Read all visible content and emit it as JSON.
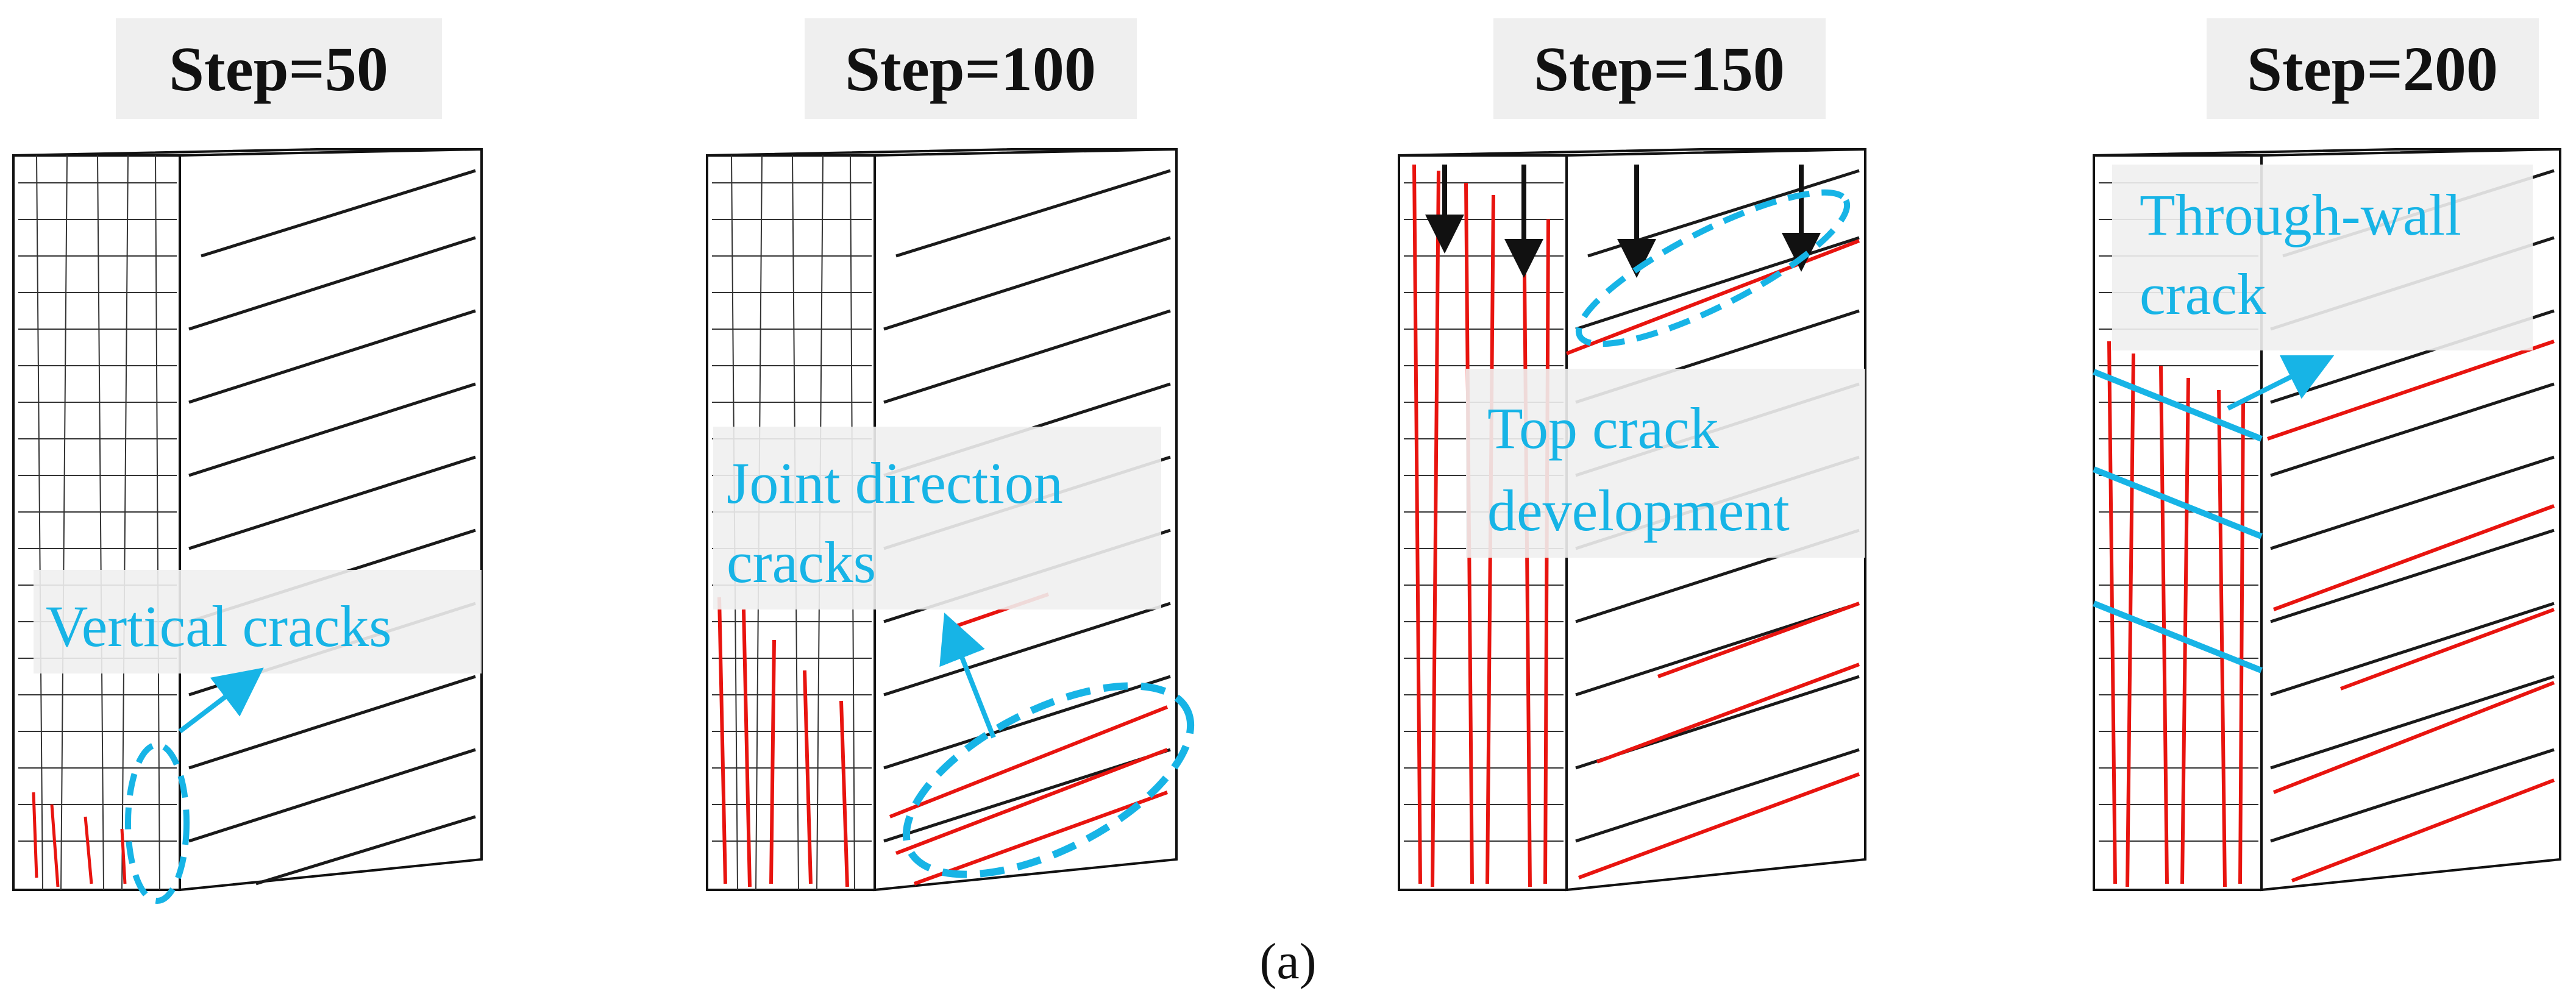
{
  "figure": {
    "caption": "(a)",
    "panels": [
      {
        "title": "Step=50",
        "callout": [
          "Vertical cracks"
        ]
      },
      {
        "title": "Step=100",
        "callout": [
          "Joint direction",
          "cracks"
        ]
      },
      {
        "title": "Step=150",
        "callout": [
          "Top crack",
          "development"
        ]
      },
      {
        "title": "Step=200",
        "callout": [
          "Through-wall",
          "crack"
        ]
      }
    ]
  },
  "colors": {
    "joint_line": "#1a1a1a",
    "crack_red": "#e8140f",
    "annotation_cyan": "#17b4e6",
    "label_bg": "#efefef"
  }
}
